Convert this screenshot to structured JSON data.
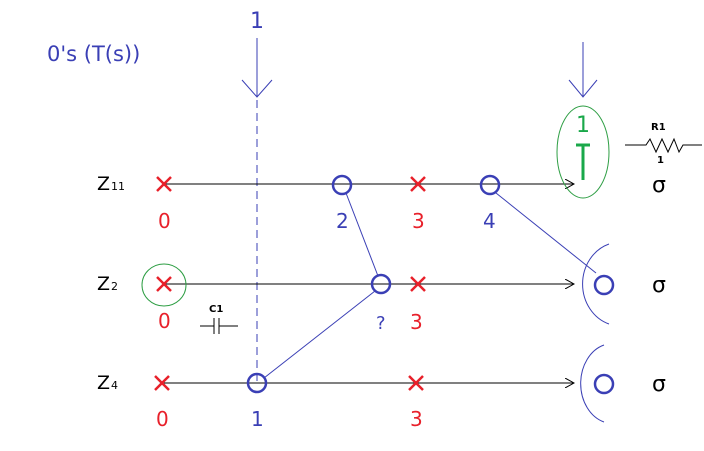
{
  "header": {
    "title": "0's (T(s))",
    "top_arrow_label": "1"
  },
  "rows": [
    {
      "name": "Z",
      "subscript": "11",
      "axis_symbol": "σ",
      "poles": [
        {
          "label": "0"
        },
        {
          "label": "3"
        }
      ],
      "zeros": [
        {
          "label": "2"
        },
        {
          "label": "4"
        }
      ]
    },
    {
      "name": "Z",
      "subscript": "2",
      "axis_symbol": "σ",
      "poles": [
        {
          "label": "0"
        },
        {
          "label": "3"
        }
      ],
      "zeros": [
        {
          "label": "?"
        }
      ]
    },
    {
      "name": "Z",
      "subscript": "4",
      "axis_symbol": "σ",
      "poles": [
        {
          "label": "0"
        },
        {
          "label": "3"
        }
      ],
      "zeros": [
        {
          "label": "1"
        }
      ]
    }
  ],
  "annotations": {
    "infinity_value": "1",
    "resistor_name": "R1",
    "resistor_value": "1",
    "capacitor_name": "C1"
  },
  "colors": {
    "blue": "#3a3fb5",
    "red": "#e8202a",
    "green": "#1aa84a",
    "black": "#000000",
    "ellipse": "#2e9e44"
  }
}
